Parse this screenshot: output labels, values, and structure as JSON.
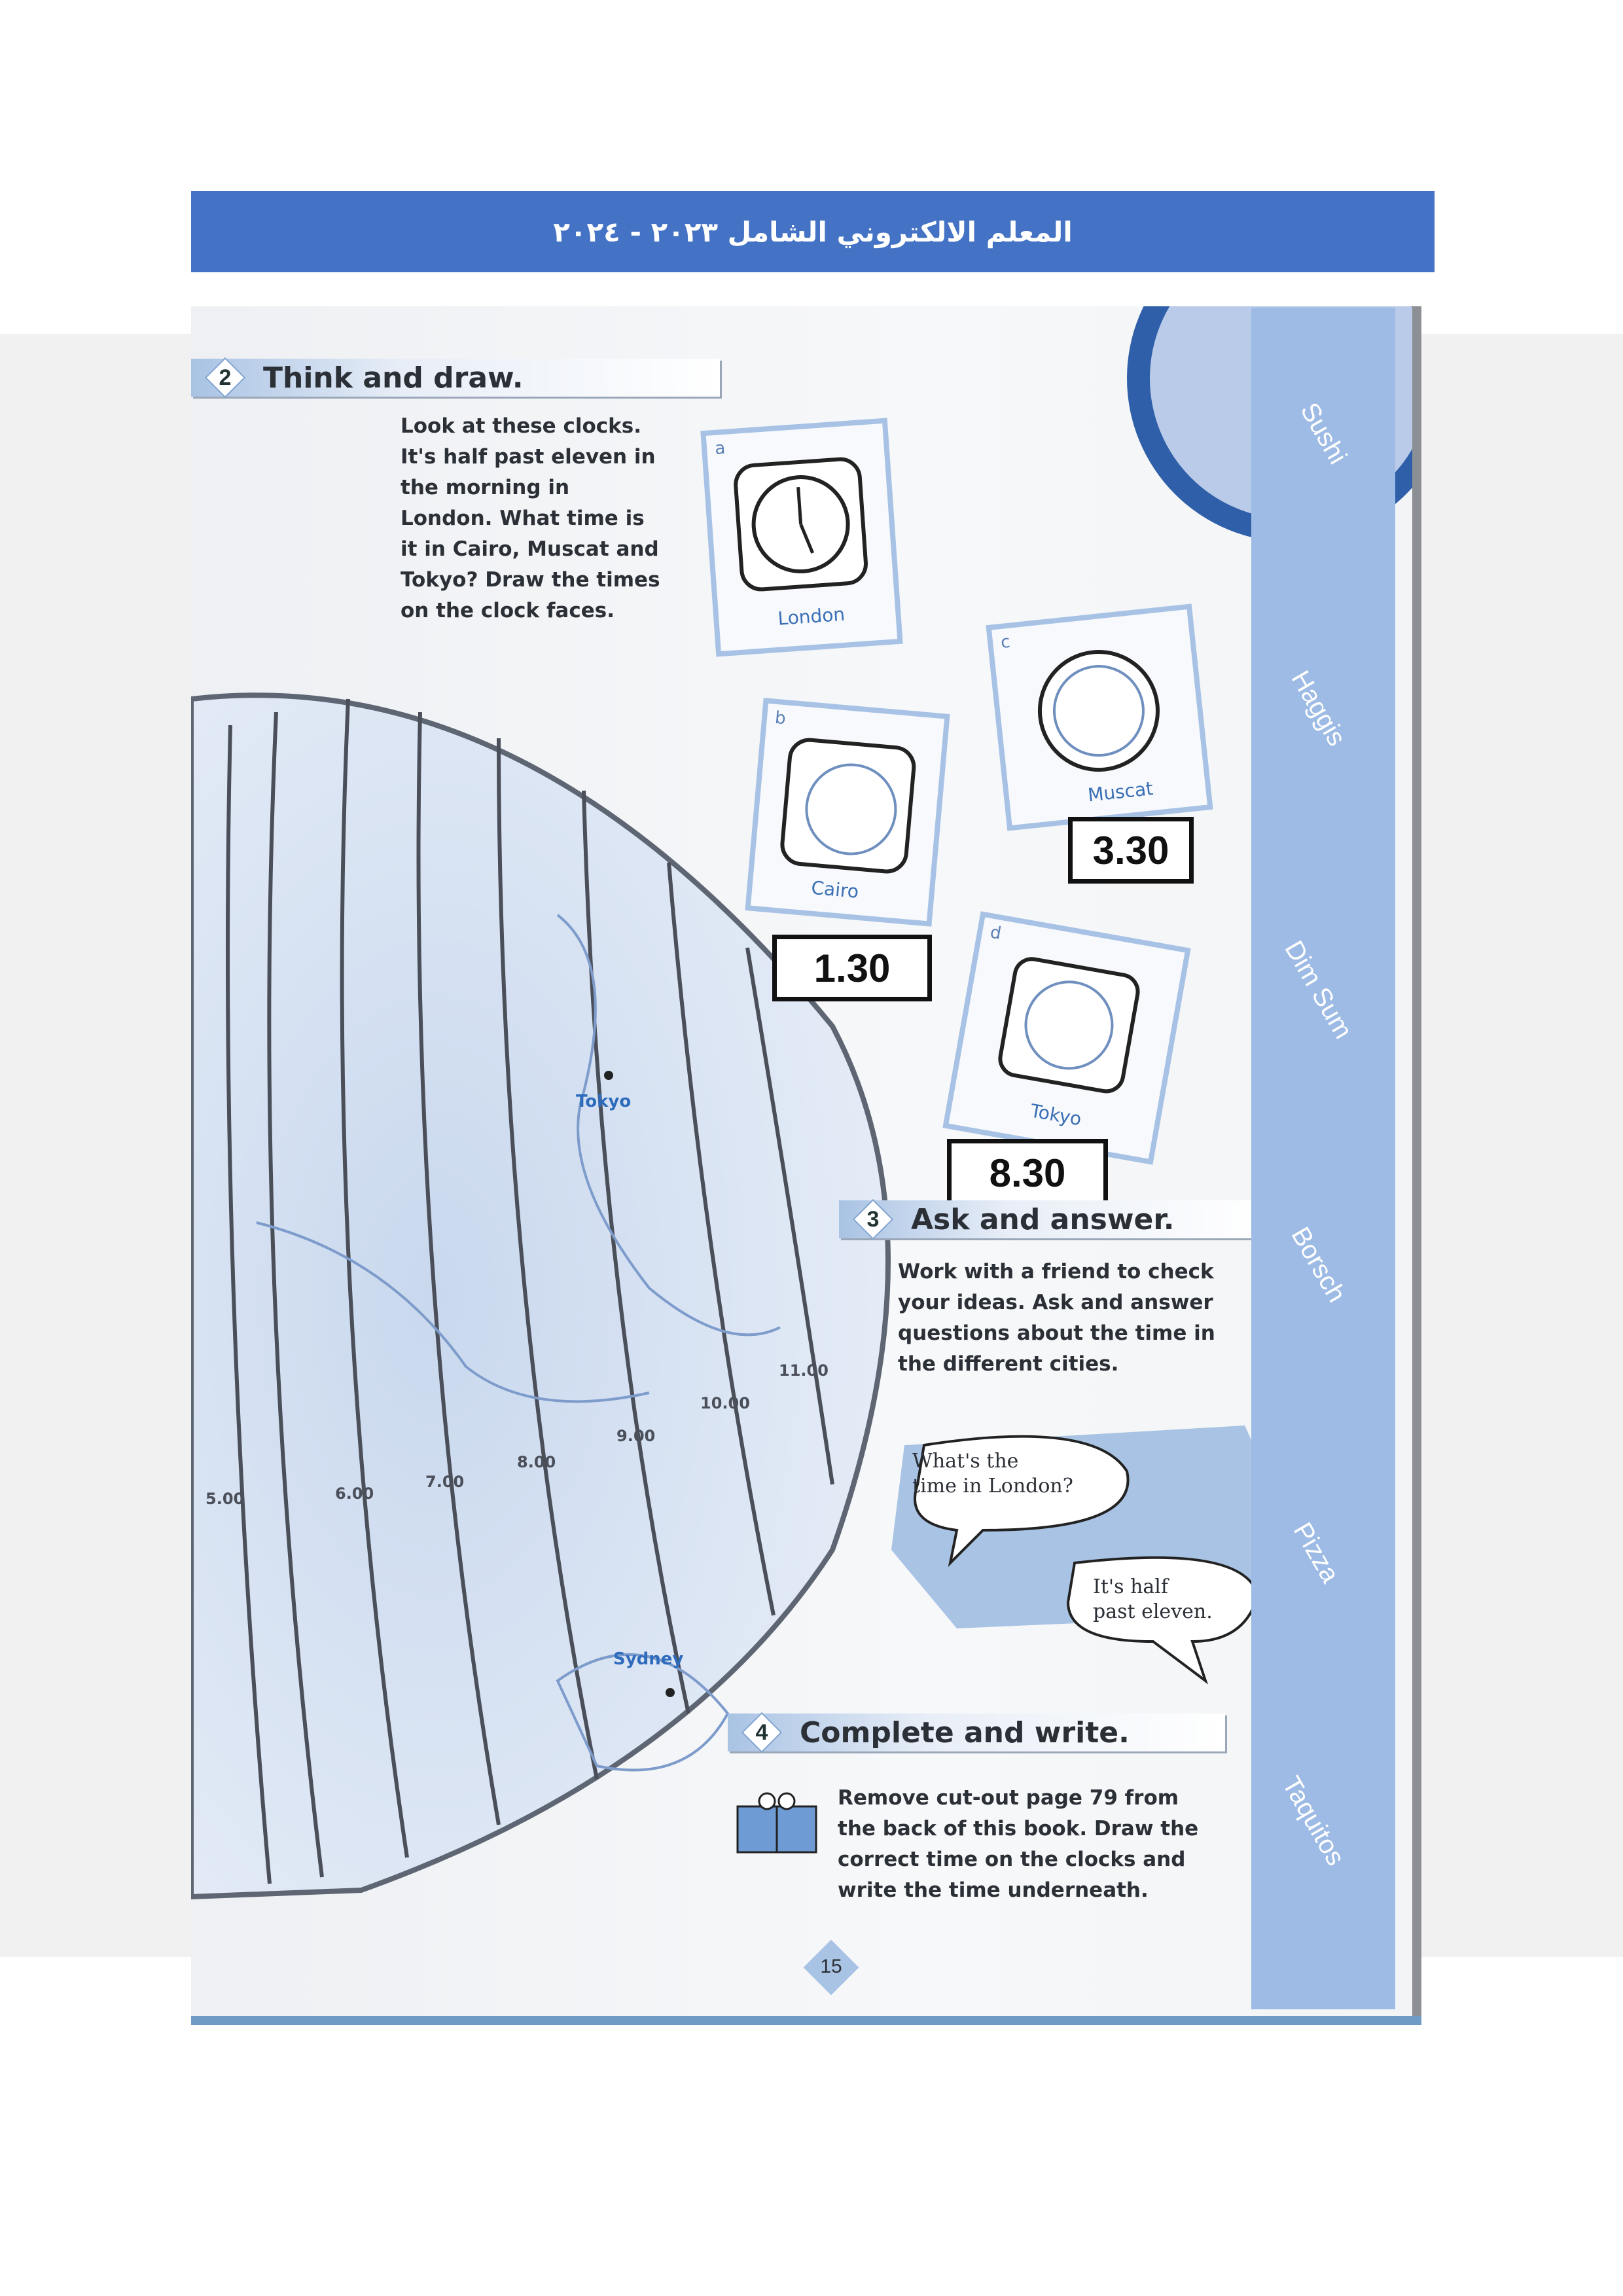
{
  "header": {
    "title": "المعلم الالكتروني الشامل ٢٠٢٣ - ٢٠٢٤"
  },
  "section2": {
    "number": "2",
    "title": "Think and draw.",
    "instructions": [
      "Look at these clocks.",
      "It's half past eleven in",
      "the morning in",
      "London. What time is",
      "it in Cairo, Muscat and",
      "Tokyo? Draw the times",
      "on the clock faces."
    ]
  },
  "clocks": [
    {
      "letter": "a",
      "city": "London"
    },
    {
      "letter": "b",
      "city": "Cairo",
      "answer": "1.30"
    },
    {
      "letter": "c",
      "city": "Muscat",
      "answer": "3.30"
    },
    {
      "letter": "d",
      "city": "Tokyo",
      "answer": "8.30"
    }
  ],
  "map": {
    "cities": [
      "Tokyo",
      "Sydney"
    ],
    "time_labels": [
      "5.00",
      "6.00",
      "7.00",
      "8.00",
      "9.00",
      "10.00",
      "11.00"
    ]
  },
  "section3": {
    "number": "3",
    "title": "Ask and answer.",
    "instructions": [
      "Work with a friend to check",
      "your ideas. Ask and answer",
      "questions about the time in",
      "the different cities."
    ],
    "bubble_question": [
      "What's the",
      "time in London?"
    ],
    "bubble_answer": [
      "It's half",
      "past eleven."
    ]
  },
  "section4": {
    "number": "4",
    "title": "Complete and write.",
    "instructions": [
      "Remove cut-out page 79 from",
      "the back of this book. Draw the",
      "correct time on the clocks and",
      "write the time underneath."
    ]
  },
  "food_strip": [
    "Sushi",
    "Haggis",
    "Dim Sum",
    "Borsch",
    "Pizza",
    "Taquitos"
  ],
  "page_number": "15",
  "colors": {
    "header": "#4472c4",
    "accent": "#a8c2e6",
    "strip": "#9dbbe4"
  }
}
